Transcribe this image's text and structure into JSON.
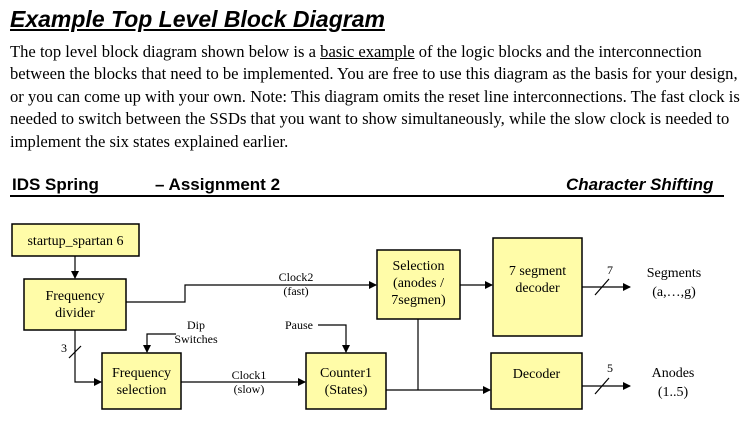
{
  "heading": {
    "title": "Example Top Level Block Diagram"
  },
  "paragraph": {
    "before": "The top level block diagram shown below is a ",
    "link": "basic example",
    "after": " of the logic blocks and the interconnection between the blocks that need to be implemented. You are free to use this diagram as the basis for your design, or you can come up with your own. Note: This diagram omits the reset line interconnections. The fast clock is needed to switch between the SSDs that you want to show simultaneously, while the slow clock is needed to implement the six states explained earlier."
  },
  "figure_header": {
    "course": "IDS Spring",
    "assignment": "– Assignment 2",
    "topic": "Character Shifting"
  },
  "blocks": {
    "startup": "startup_spartan 6",
    "freq_divider": [
      "Frequency",
      "divider"
    ],
    "freq_selection": [
      "Frequency",
      "selection"
    ],
    "counter": [
      "Counter1",
      "(States)"
    ],
    "selection": [
      "Selection",
      "(anodes /",
      "7segmen)"
    ],
    "seg_decoder": [
      "7 segment",
      "decoder"
    ],
    "decoder": "Decoder"
  },
  "signals": {
    "clock2": [
      "Clock2",
      "(fast)"
    ],
    "clock1": [
      "Clock1",
      "(slow)"
    ],
    "dip": [
      "Dip",
      "Switches"
    ],
    "pause": "Pause",
    "segments": [
      "Segments",
      "(a,…,g)"
    ],
    "anodes": [
      "Anodes",
      "(1..5)"
    ],
    "bus_3": "3",
    "bus_7": "7",
    "bus_5": "5"
  }
}
